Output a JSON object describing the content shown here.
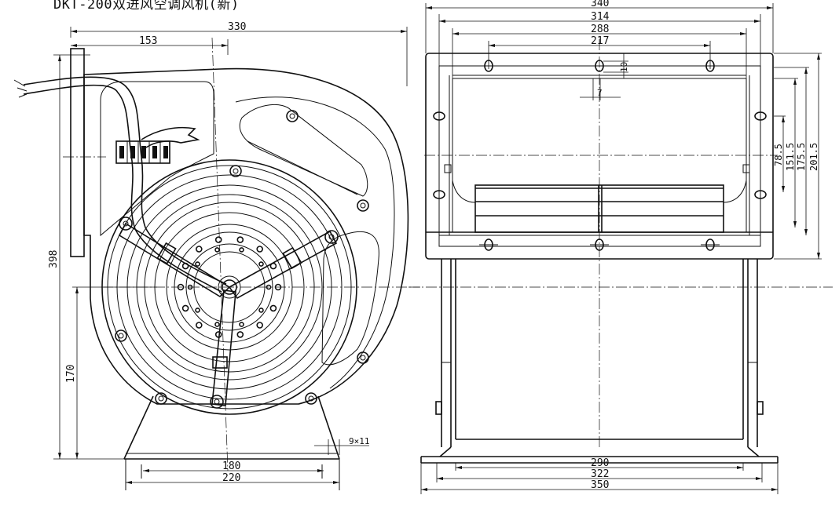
{
  "title": "DKT-200双进风空调风机(新)",
  "front_view": {
    "dims": {
      "overall_width": "330",
      "axis_offset": "153",
      "overall_height": "398",
      "axis_height": "170",
      "base_hole_spacing": "180",
      "base_width": "220",
      "slot": "9×11"
    }
  },
  "side_view": {
    "dims": {
      "w340": "340",
      "w314": "314",
      "w288": "288",
      "w217": "217",
      "h10": "10",
      "w7": "7",
      "h78_5": "78.5",
      "h151_5": "151.5",
      "h175_5": "175.5",
      "h201_5": "201.5",
      "b290": "290",
      "b322": "322",
      "b350": "350"
    }
  }
}
